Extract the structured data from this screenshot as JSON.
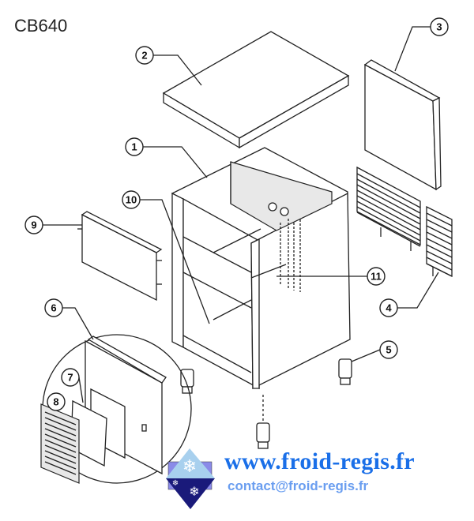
{
  "title": "CB640",
  "callouts": [
    "1",
    "2",
    "3",
    "4",
    "5",
    "6",
    "7",
    "8",
    "9",
    "10",
    "11"
  ],
  "website": "www.froid-regis.fr",
  "email": "contact@froid-regis.fr",
  "colors": {
    "link": "#1a6fe8",
    "email": "#6a9ef0",
    "logo_dark": "#1a1a7a",
    "logo_light": "#a8d0ee"
  }
}
